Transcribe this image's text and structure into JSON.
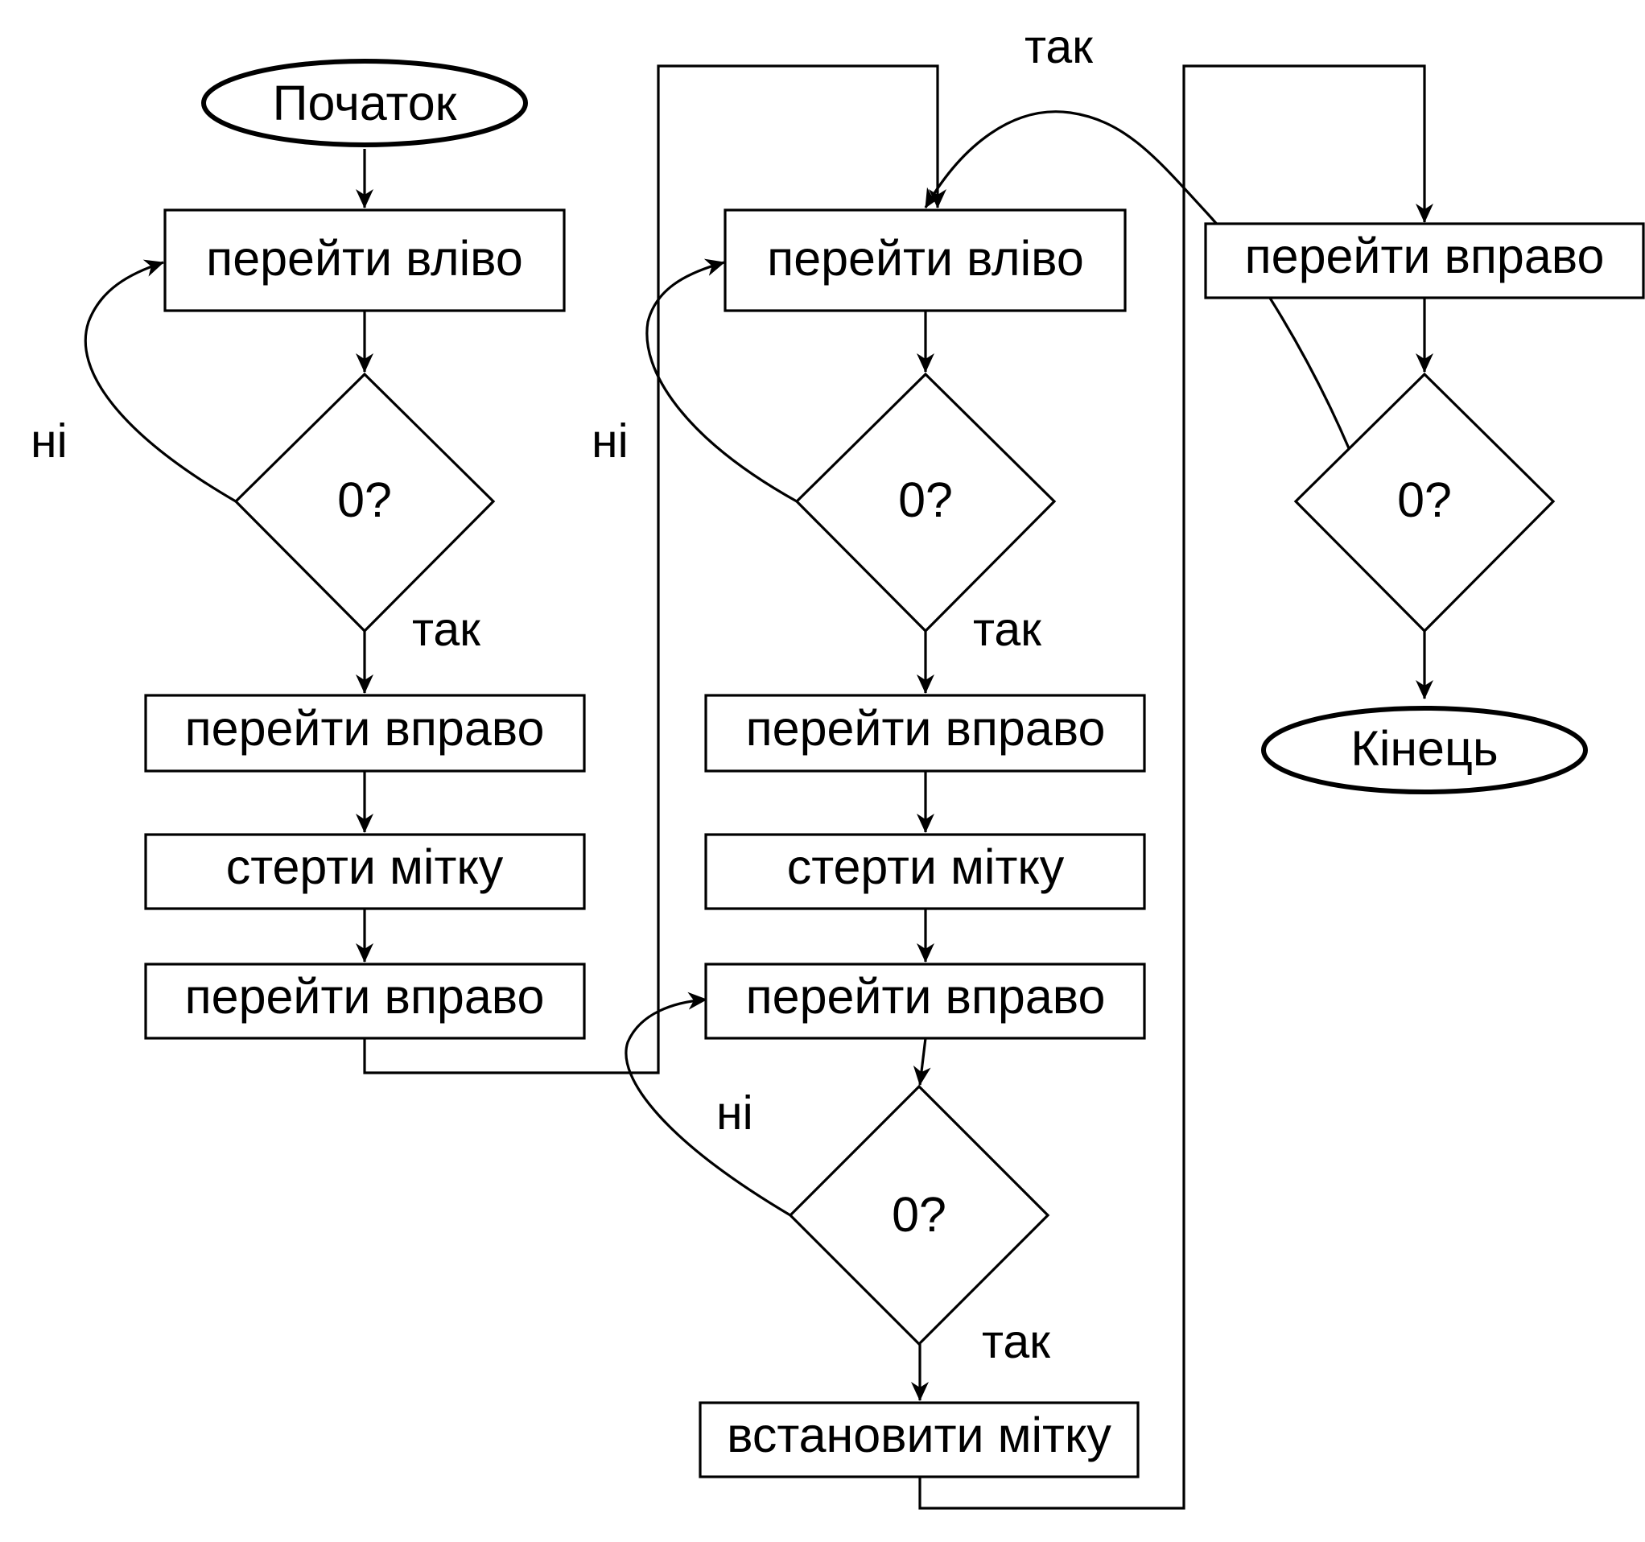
{
  "diagram": {
    "start_label": "Початок",
    "end_label": "Кінець",
    "actions": {
      "go_left": "перейти вліво",
      "go_right": "перейти вправо",
      "erase_mark": "стерти мітку",
      "set_mark": "встановити мітку"
    },
    "condition": "0?",
    "edge_labels": {
      "yes": "так",
      "no": "ні"
    }
  }
}
